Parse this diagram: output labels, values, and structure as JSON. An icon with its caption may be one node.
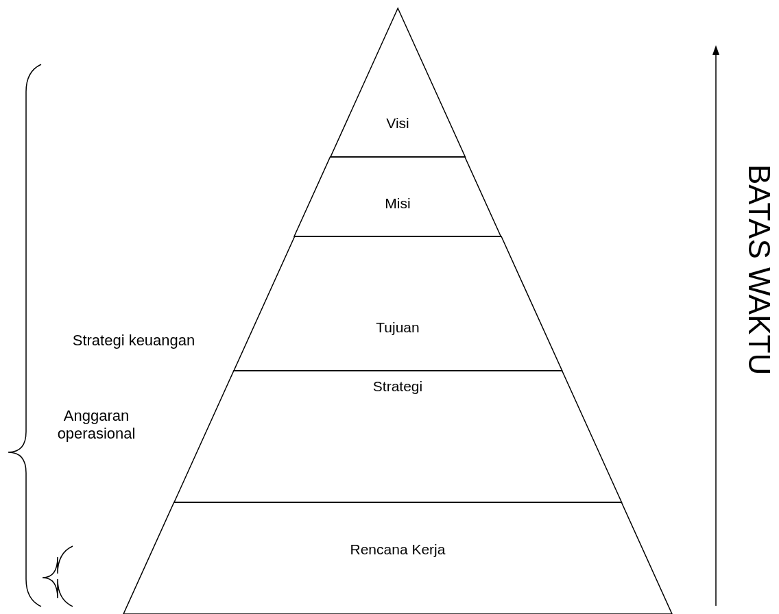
{
  "diagram": {
    "nodes": [
      {
        "text": [
          "Visi"
        ]
      },
      {
        "text": [
          "Misi"
        ]
      },
      {
        "text": [
          "Tujuan"
        ]
      },
      {
        "text": [
          "Strategi"
        ]
      },
      {
        "text": [
          "Rencana Kerja"
        ]
      }
    ],
    "labels": [
      "Strategi keuangan",
      "Anggaran operasional",
      "BATAS WAKTU"
    ]
  }
}
